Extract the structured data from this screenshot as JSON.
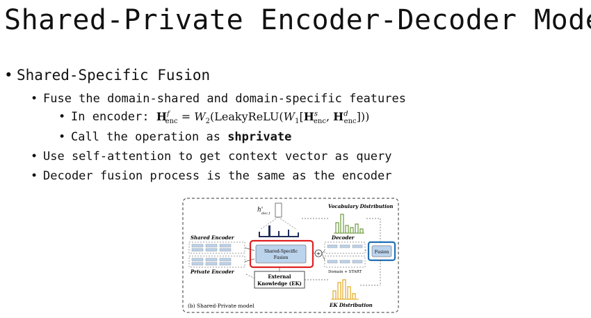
{
  "slide": {
    "title": "Shared-Private Encoder-Decoder Model",
    "bullet_char": "•",
    "items": {
      "b1": "Shared-Specific Fusion",
      "b1_1": "Fuse the domain-shared and domain-specific features",
      "b1_1_1_prefix": "In encoder:",
      "b1_1_2_prefix": "Call the operation as",
      "b1_1_2_term": "shprivate",
      "b2": "Use self-attention to get context vector as query",
      "b3": "Decoder fusion process is the same as the encoder"
    }
  },
  "figure": {
    "caption": "(b) Shared-Private model",
    "labels": {
      "shared_encoder": "Shared Encoder",
      "private_encoder": "Private Encoder",
      "fusion_box": "Shared-Specific Fusion",
      "vocab_dist": "Vocabulary Distribution",
      "decoder": "Decoder",
      "fusion": "Fusion",
      "domain_start": "Domain + START",
      "ek_box": "External Knowledge (EK)",
      "ek_dist": "EK Distribution",
      "plus": "+"
    },
    "colors": {
      "highlight_red": "#e02020",
      "highlight_blue": "#1f6fb5",
      "box_fill": "#bcd3ec",
      "vocab_bars": "#6c9a3c",
      "ek_bars": "#e5a81a",
      "navy": "#1f2d5c"
    }
  }
}
